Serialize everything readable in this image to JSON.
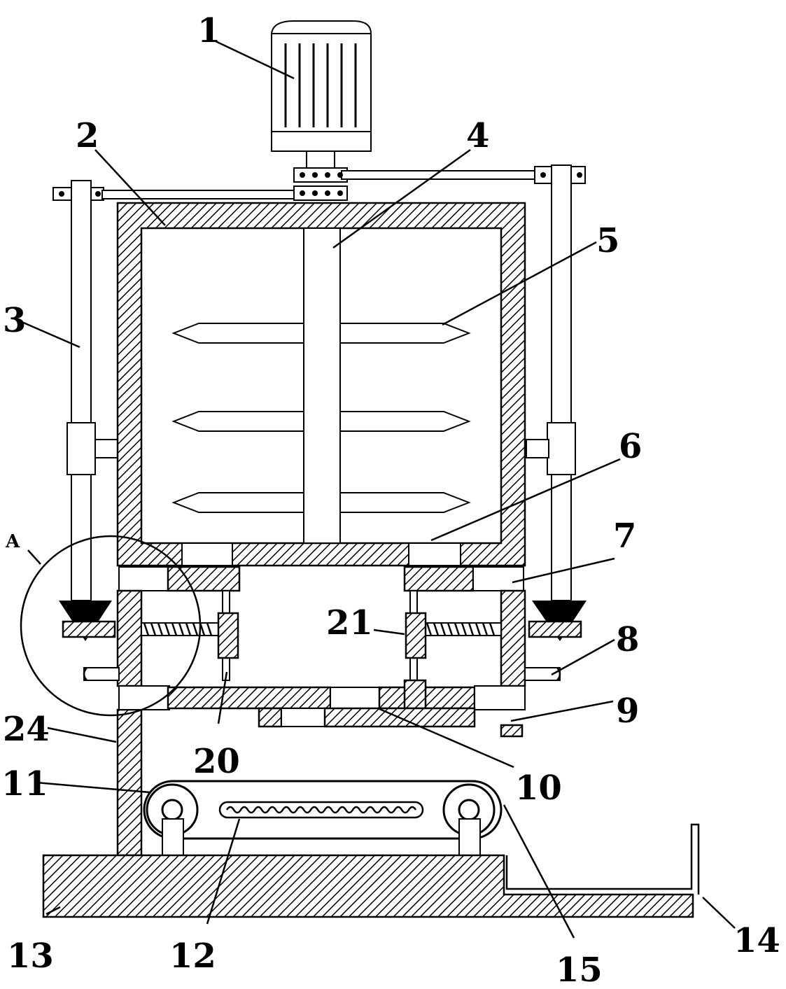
{
  "labels": {
    "l1": "1",
    "l2": "2",
    "l3": "3",
    "l4": "4",
    "l5": "5",
    "l6": "6",
    "l7": "7",
    "l8": "8",
    "l9": "9",
    "l10": "10",
    "l11": "11",
    "l12": "12",
    "l13": "13",
    "l14": "14",
    "l15": "15",
    "l20": "20",
    "l21": "21",
    "l24": "24",
    "detailA": "A"
  }
}
